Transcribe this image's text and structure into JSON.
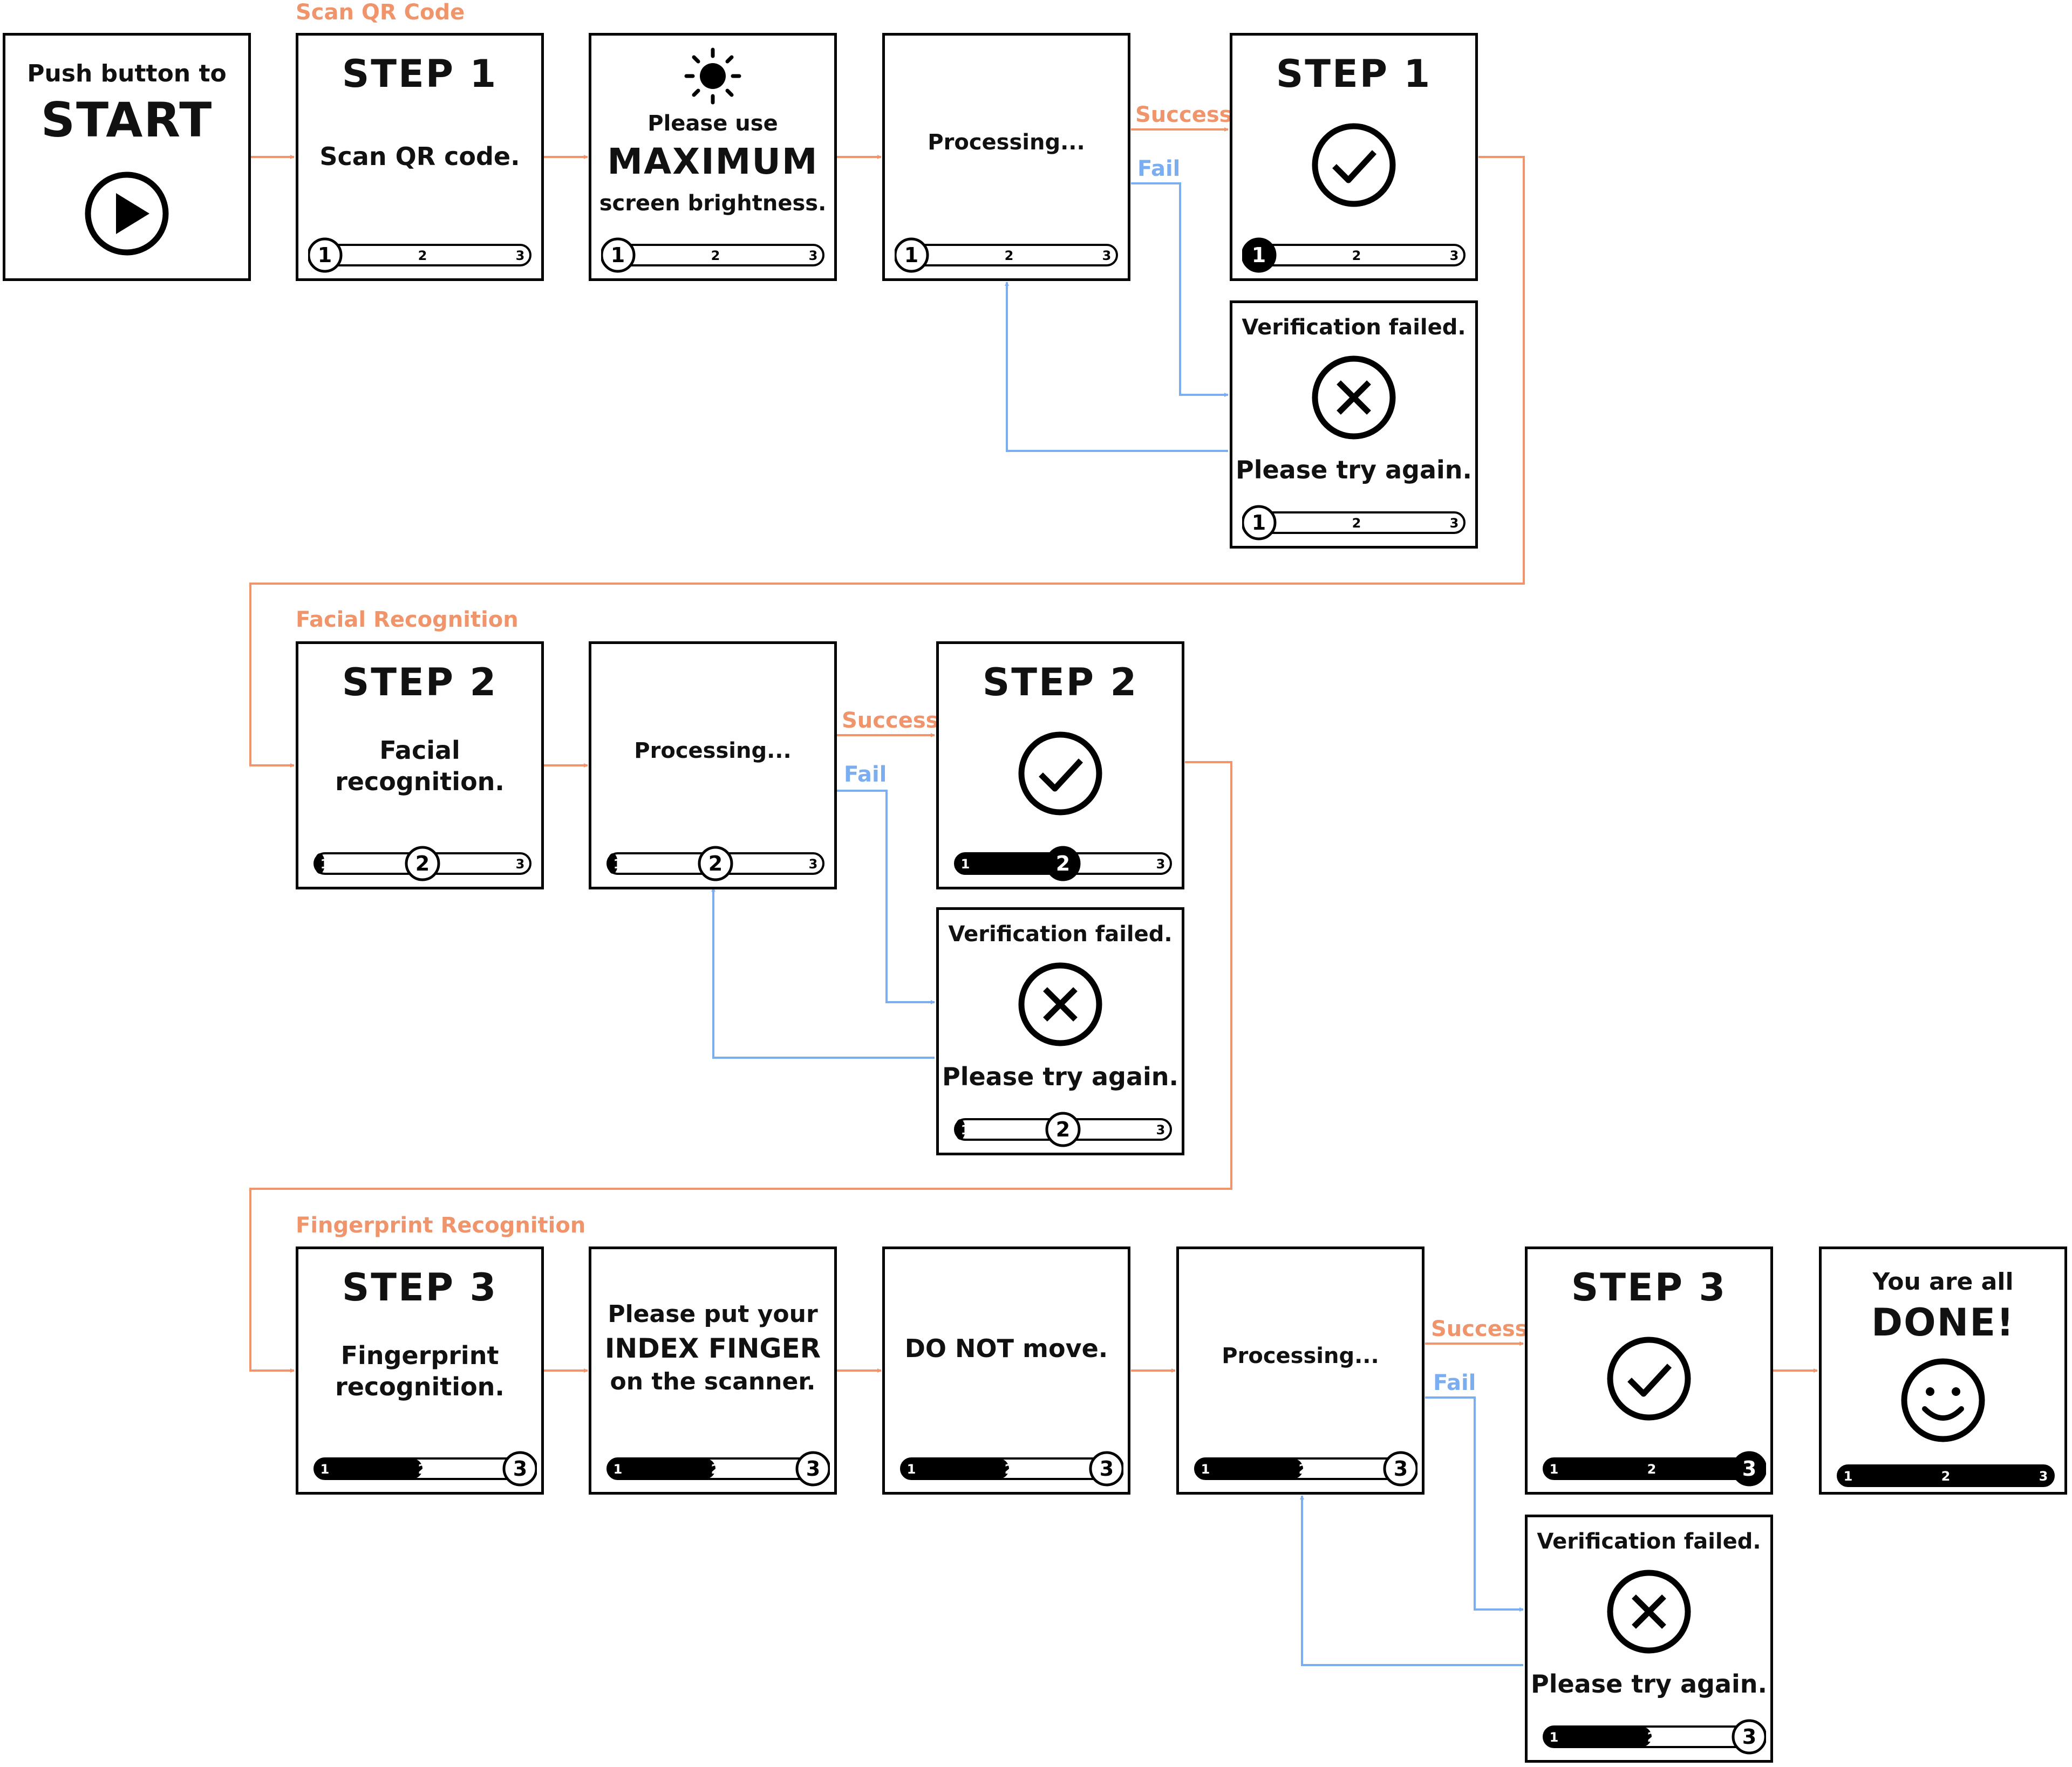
{
  "colors": {
    "success_arrow": "#F0956B",
    "fail_arrow": "#7AAEF0",
    "frame": "#000000"
  },
  "sections": {
    "qr": "Scan QR Code",
    "face": "Facial Recognition",
    "finger": "Fingerprint Recognition"
  },
  "flow_labels": {
    "success": "Success",
    "fail": "Fail"
  },
  "progress_numbers": [
    "1",
    "2",
    "3"
  ],
  "screens": {
    "start": {
      "line1": "Push button to",
      "line2": "START",
      "icon": "play-icon"
    },
    "step1_intro": {
      "title": "STEP 1",
      "body": "Scan QR code.",
      "progress": {
        "current": 1,
        "completed": 0
      }
    },
    "step1_brightness": {
      "line1": "Please use",
      "line2": "MAXIMUM",
      "line3": "screen brightness.",
      "icon": "sun-icon",
      "progress": {
        "current": 1,
        "completed": 0
      }
    },
    "step1_processing": {
      "body": "Processing...",
      "progress": {
        "current": 1,
        "completed": 0
      }
    },
    "step1_success": {
      "title": "STEP 1",
      "icon": "check-icon",
      "progress": {
        "current": 1,
        "completed": 1
      }
    },
    "step1_failed": {
      "title": "Verification failed.",
      "footer": "Please try again.",
      "icon": "cross-icon",
      "progress": {
        "current": 1,
        "completed": 0
      }
    },
    "step2_intro": {
      "title": "STEP 2",
      "line1": "Facial",
      "line2": "recognition.",
      "progress": {
        "current": 2,
        "completed": 1
      }
    },
    "step2_processing": {
      "body": "Processing...",
      "progress": {
        "current": 2,
        "completed": 1
      }
    },
    "step2_success": {
      "title": "STEP 2",
      "icon": "check-icon",
      "progress": {
        "current": 2,
        "completed": 2
      }
    },
    "step2_failed": {
      "title": "Verification failed.",
      "footer": "Please try again.",
      "icon": "cross-icon",
      "progress": {
        "current": 2,
        "completed": 1
      }
    },
    "step3_intro": {
      "title": "STEP 3",
      "line1": "Fingerprint",
      "line2": "recognition.",
      "progress": {
        "current": 3,
        "completed": 2
      }
    },
    "step3_finger": {
      "line1": "Please put your",
      "line2": "INDEX FINGER",
      "line3": "on the scanner.",
      "progress": {
        "current": 3,
        "completed": 2
      }
    },
    "step3_dontmove": {
      "body": "DO NOT move.",
      "progress": {
        "current": 3,
        "completed": 2
      }
    },
    "step3_processing": {
      "body": "Processing...",
      "progress": {
        "current": 3,
        "completed": 2
      }
    },
    "step3_success": {
      "title": "STEP 3",
      "icon": "check-icon",
      "progress": {
        "current": 3,
        "completed": 3
      }
    },
    "step3_failed": {
      "title": "Verification failed.",
      "footer": "Please try again.",
      "icon": "cross-icon",
      "progress": {
        "current": 3,
        "completed": 2
      }
    },
    "done": {
      "line1": "You are all",
      "line2": "DONE!",
      "icon": "smiley-icon",
      "progress": {
        "current": 0,
        "completed": 3
      }
    }
  }
}
